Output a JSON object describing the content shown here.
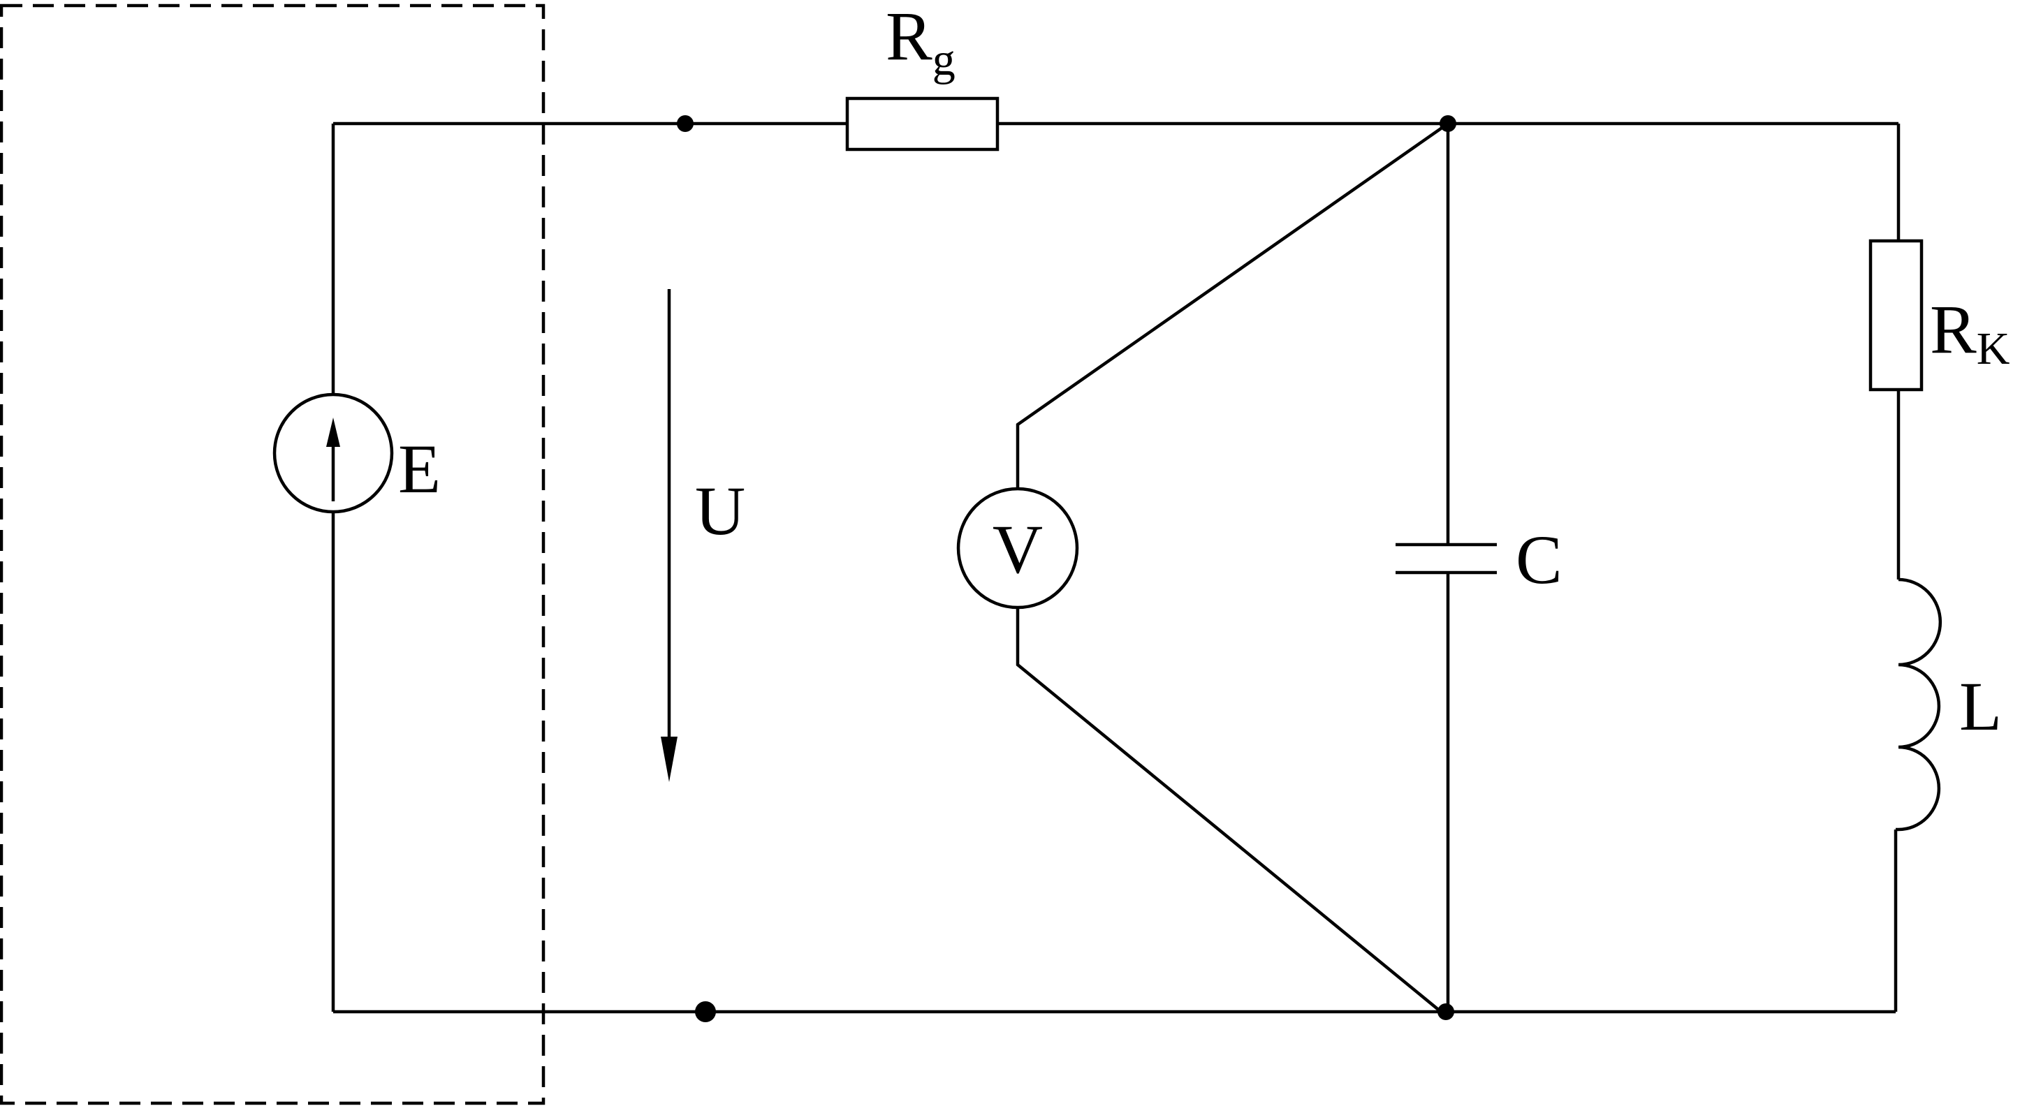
{
  "labels": {
    "rg_main": "R",
    "rg_sub": "g",
    "rk_main": "R",
    "rk_sub": "K",
    "source": "E",
    "voltage": "U",
    "voltmeter": "V",
    "capacitor": "C",
    "inductor": "L"
  },
  "colors": {
    "ink": "#000000",
    "background": "#ffffff"
  }
}
